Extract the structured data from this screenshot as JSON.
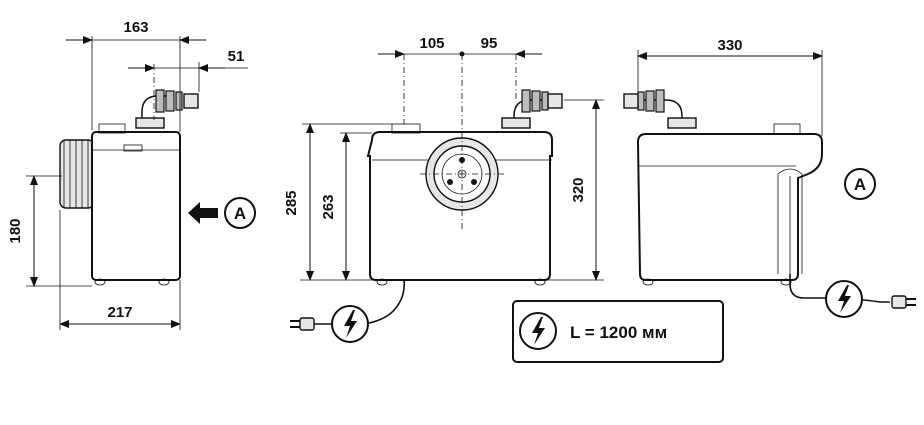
{
  "dimensions": {
    "side_top_width": "163",
    "side_pipe_offset": "51",
    "side_inlet_height": "180",
    "side_base_width": "217",
    "front_left_offset": "105",
    "front_right_offset": "95",
    "front_height_outer": "285",
    "front_height_inner": "263",
    "front_height_total": "320",
    "back_width": "330"
  },
  "labels": {
    "arrow_side": "A",
    "circle_back": "A"
  },
  "cable_box": {
    "text": "L = 1200 мм"
  },
  "icons": [
    "lightning-icon",
    "plug-icon",
    "arrow-icon"
  ]
}
